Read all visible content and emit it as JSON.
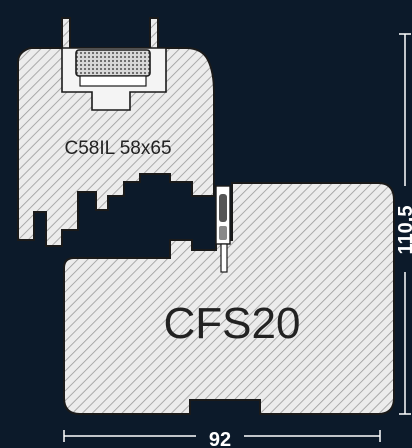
{
  "diagram": {
    "upper_profile_label": "C58IL 58x65",
    "lower_profile_label": "CFS20",
    "width_dimension": "92",
    "height_dimension": "110.5"
  },
  "colors": {
    "background": "#0c1a2a",
    "profile_fill": "#ececec",
    "hatch": "#9a9a9a",
    "outline": "#1a1a1a",
    "dimension": "#ffffff"
  }
}
